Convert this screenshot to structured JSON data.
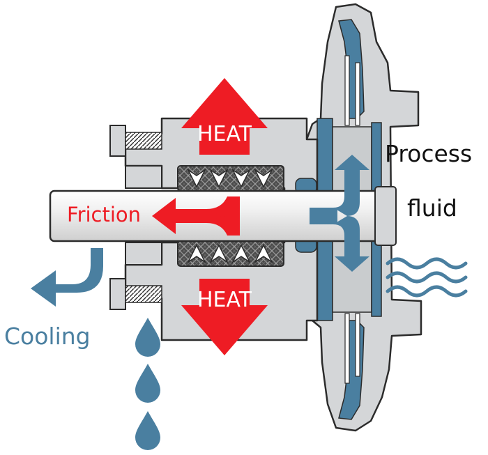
{
  "labels": {
    "heat_top": "HEAT",
    "heat_bottom": "HEAT",
    "friction": "Friction",
    "process": "Process",
    "fluid": "fluid",
    "cooling": "Cooling"
  },
  "colors": {
    "heat_red": "#ee1c24",
    "fluid_blue": "#4a7fa0",
    "housing_gray": "#d4d6d8",
    "outline": "#2b2b2b",
    "text_black": "#111111"
  },
  "icons": {
    "heat_arrow": "double-headed-vertical-arrow",
    "friction_arrow": "split-left-arrow",
    "fluid_arrow": "split-arrow-up-down-left",
    "cooling_arrow": "curved-down-left-arrow",
    "drops": "water-drop",
    "waves": "wave-lines"
  }
}
